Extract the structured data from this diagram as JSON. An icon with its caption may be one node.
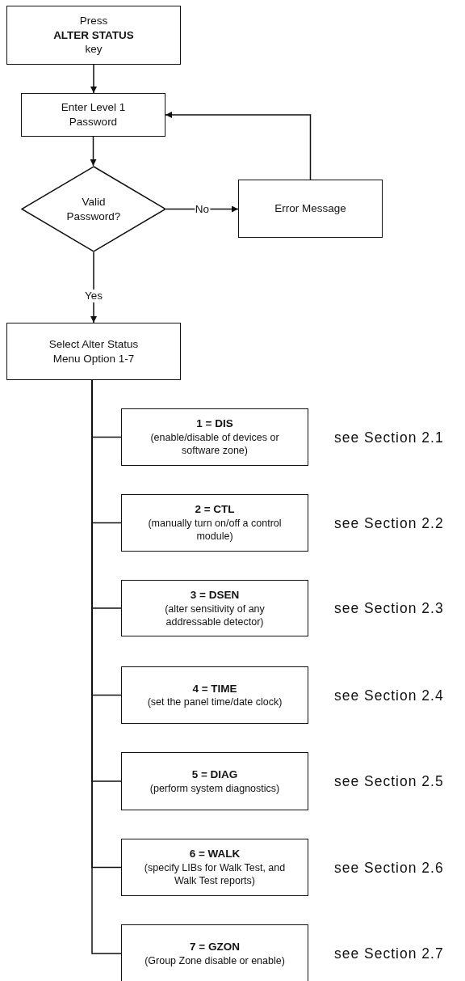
{
  "diagram": {
    "nodes": [
      {
        "text": [
          "Press **ALTER STATUS** key"
        ]
      },
      {
        "text": [
          "Enter Level 1 Password"
        ]
      },
      {
        "text": [
          "Valid Password?"
        ]
      },
      {
        "text": [
          "Error Message"
        ]
      },
      {
        "text": [
          "Select Alter Status Menu Option 1-7"
        ]
      },
      {
        "text": [
          "1 = DIS",
          "(enable/disable of devices or software zone)"
        ],
        "beside": [
          "see Section 2.1"
        ]
      },
      {
        "text": [
          "2 = CTL",
          "(manually turn on/off a control module)"
        ],
        "beside": [
          "see Section 2.2"
        ]
      },
      {
        "text": [
          "3 = DSEN",
          "(alter sensitivity of any addressable detector)"
        ],
        "beside": [
          "see Section 2.3"
        ]
      },
      {
        "text": [
          "4 = TIME",
          "(set the panel time/date clock)"
        ],
        "beside": [
          "see Section 2.4"
        ]
      },
      {
        "text": [
          "5 = DIAG",
          "(perform system diagnostics)"
        ],
        "beside": [
          "see Section 2.5"
        ]
      },
      {
        "text": [
          "6 = WALK",
          "(specify LIBs for Walk Test, and Walk Test reports)"
        ],
        "beside": [
          "see Section 2.6"
        ]
      },
      {
        "text": [
          "7 = GZON",
          "(Group Zone disable or enable)"
        ],
        "beside": [
          "see Section 2.7"
        ]
      }
    ],
    "edges": [
      {
        "from": 0,
        "to": 1,
        "arrow": "to"
      },
      {
        "from": 1,
        "to": 2,
        "arrow": "to"
      },
      {
        "from": 2,
        "to": 3,
        "arrow": "to",
        "label": "No"
      },
      {
        "from": 3,
        "to": 1,
        "arrow": "to"
      },
      {
        "from": 2,
        "to": 4,
        "arrow": "to",
        "label": "Yes"
      },
      {
        "from": 4,
        "to": 5,
        "arrow": "none"
      },
      {
        "from": 4,
        "to": 6,
        "arrow": "none"
      },
      {
        "from": 4,
        "to": 7,
        "arrow": "none"
      },
      {
        "from": 4,
        "to": 8,
        "arrow": "none"
      },
      {
        "from": 4,
        "to": 9,
        "arrow": "none"
      },
      {
        "from": 4,
        "to": 10,
        "arrow": "none"
      },
      {
        "from": 4,
        "to": 11,
        "arrow": "none"
      }
    ]
  }
}
